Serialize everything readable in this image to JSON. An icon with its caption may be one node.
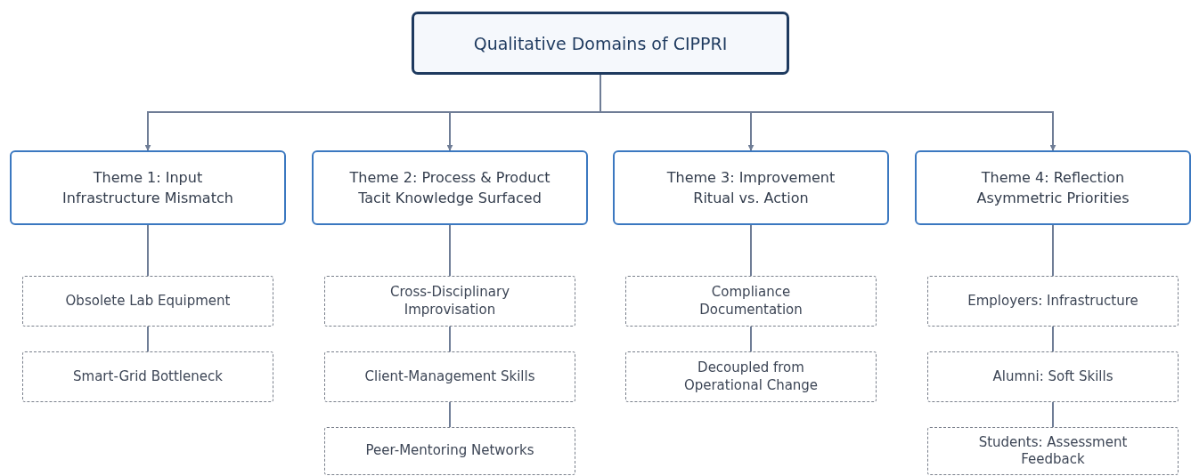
{
  "diagram": {
    "nodes": [
      {
        "text": [
          "Qualitative Domains of CIPPRI"
        ]
      },
      {
        "text": [
          "Theme 1: Input Infrastructure Mismatch"
        ]
      },
      {
        "text": [
          "Theme 2: Process & Product Tacit Knowledge Surfaced"
        ]
      },
      {
        "text": [
          "Theme 3: Improvement Ritual vs. Action"
        ]
      },
      {
        "text": [
          "Theme 4: Reflection Asymmetric Priorities"
        ]
      },
      {
        "text": [
          "Obsolete Lab Equipment"
        ]
      },
      {
        "text": [
          "Smart-Grid Bottleneck"
        ]
      },
      {
        "text": [
          "Cross-Disciplinary Improvisation"
        ]
      },
      {
        "text": [
          "Client-Management Skills"
        ]
      },
      {
        "text": [
          "Peer-Mentoring Networks"
        ]
      },
      {
        "text": [
          "Compliance Documentation"
        ]
      },
      {
        "text": [
          "Decoupled from Operational Change"
        ]
      },
      {
        "text": [
          "Employers: Infrastructure"
        ]
      },
      {
        "text": [
          "Alumni: Soft Skills"
        ]
      },
      {
        "text": [
          "Students: Assessment Feedback"
        ]
      }
    ],
    "edges": [
      {
        "from": 0,
        "to": 1,
        "arrow": "to"
      },
      {
        "from": 0,
        "to": 2,
        "arrow": "to"
      },
      {
        "from": 0,
        "to": 3,
        "arrow": "to"
      },
      {
        "from": 0,
        "to": 4,
        "arrow": "to"
      },
      {
        "from": 1,
        "to": 5,
        "arrow": "none"
      },
      {
        "from": 5,
        "to": 6,
        "arrow": "none"
      },
      {
        "from": 2,
        "to": 7,
        "arrow": "none"
      },
      {
        "from": 7,
        "to": 8,
        "arrow": "none"
      },
      {
        "from": 8,
        "to": 9,
        "arrow": "none"
      },
      {
        "from": 3,
        "to": 10,
        "arrow": "none"
      },
      {
        "from": 10,
        "to": 11,
        "arrow": "none"
      },
      {
        "from": 4,
        "to": 12,
        "arrow": "none"
      },
      {
        "from": 12,
        "to": 13,
        "arrow": "none"
      },
      {
        "from": 13,
        "to": 14,
        "arrow": "none"
      }
    ]
  }
}
